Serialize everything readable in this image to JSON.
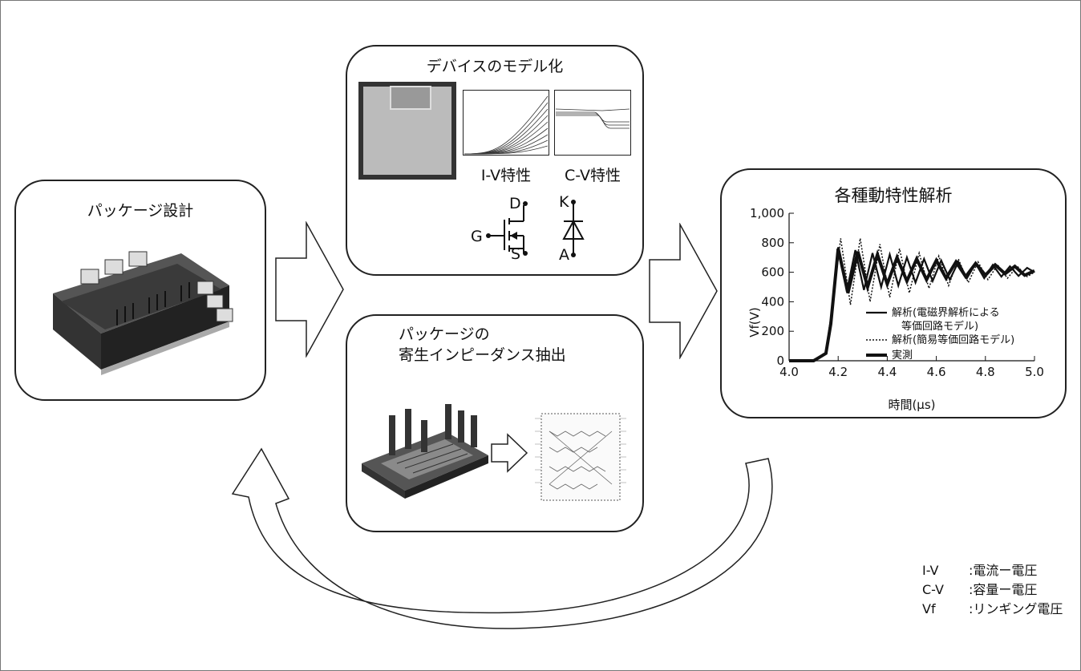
{
  "package_design": {
    "title": "パッケージ設計"
  },
  "device_model": {
    "title": "デバイスのモデル化",
    "iv_label": "I-V特性",
    "cv_label": "C-V特性",
    "mosfet": {
      "d": "D",
      "g": "G",
      "s": "S"
    },
    "diode": {
      "k": "K",
      "a": "A"
    }
  },
  "parasitic": {
    "title_line1": "パッケージの",
    "title_line2": "寄生インピーダンス抽出"
  },
  "analysis": {
    "title": "各種動特性解析"
  },
  "chart_data": {
    "type": "line",
    "xlabel": "時間(μs)",
    "ylabel": "Vf(V)",
    "xlim": [
      4.0,
      5.0
    ],
    "ylim": [
      0,
      1000
    ],
    "xticks": [
      "4.0",
      "4.2",
      "4.4",
      "4.6",
      "4.8",
      "5.0"
    ],
    "yticks": [
      "0",
      "200",
      "400",
      "600",
      "800",
      "1,000"
    ],
    "series": [
      {
        "name": "解析(電磁界解析による\n等価回路モデル)",
        "style": "solid",
        "x": [
          4.0,
          4.05,
          4.1,
          4.15,
          4.18,
          4.2,
          4.235,
          4.27,
          4.305,
          4.34,
          4.375,
          4.41,
          4.445,
          4.48,
          4.515,
          4.55,
          4.585,
          4.62,
          4.655,
          4.69,
          4.725,
          4.76,
          4.795,
          4.83,
          4.865,
          4.9,
          4.935,
          4.97,
          5.0
        ],
        "y": [
          0,
          0,
          0,
          50,
          400,
          770,
          470,
          750,
          480,
          730,
          500,
          720,
          510,
          700,
          530,
          690,
          540,
          680,
          550,
          670,
          560,
          660,
          560,
          650,
          570,
          640,
          575,
          630,
          600
        ]
      },
      {
        "name": "解析(簡易等価回路モデル)",
        "style": "dotted",
        "x": [
          4.0,
          4.05,
          4.1,
          4.15,
          4.18,
          4.21,
          4.25,
          4.29,
          4.33,
          4.37,
          4.41,
          4.45,
          4.49,
          4.53,
          4.57,
          4.61,
          4.65,
          4.69,
          4.73,
          4.77,
          4.81,
          4.85,
          4.89,
          4.93,
          4.97,
          5.0
        ],
        "y": [
          0,
          0,
          0,
          60,
          420,
          830,
          380,
          830,
          400,
          790,
          430,
          760,
          460,
          730,
          490,
          710,
          510,
          690,
          530,
          670,
          550,
          650,
          560,
          640,
          570,
          600
        ]
      },
      {
        "name": "実測",
        "style": "thick",
        "x": [
          4.0,
          4.05,
          4.1,
          4.15,
          4.17,
          4.2,
          4.24,
          4.28,
          4.32,
          4.36,
          4.4,
          4.44,
          4.48,
          4.52,
          4.56,
          4.6,
          4.64,
          4.68,
          4.72,
          4.76,
          4.8,
          4.84,
          4.88,
          4.92,
          4.96,
          5.0
        ],
        "y": [
          0,
          0,
          0,
          50,
          250,
          760,
          460,
          740,
          500,
          720,
          520,
          700,
          540,
          690,
          550,
          680,
          560,
          670,
          570,
          660,
          580,
          650,
          590,
          640,
          580,
          610
        ]
      }
    ]
  },
  "notes": [
    {
      "abbr": "I-V ",
      "text": ":電流ー電圧"
    },
    {
      "abbr": "C-V",
      "text": ":容量ー電圧"
    },
    {
      "abbr": "Vf  ",
      "text": ":リンギング電圧"
    }
  ]
}
